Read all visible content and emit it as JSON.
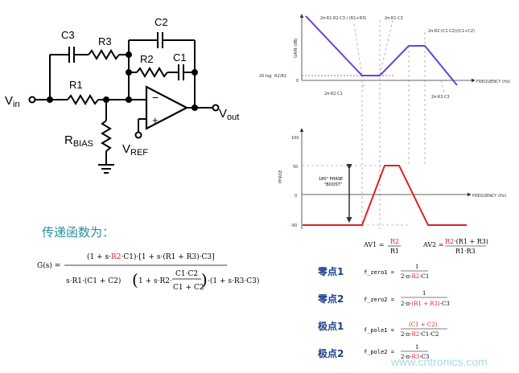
{
  "circuit": {
    "c3": "C3",
    "r3": "R3",
    "c2": "C2",
    "r2": "R2",
    "c1": "C1",
    "r1": "R1",
    "vin": "V",
    "vin_sub": "in",
    "vout": "V",
    "vout_sub": "out",
    "rbias": "R",
    "rbias_sub": "BIAS",
    "vref": "V",
    "vref_sub": "REF",
    "minus": "−",
    "plus": "+"
  },
  "transfer": {
    "heading": "传递函数为：",
    "lhs": "G(s) =",
    "num_a": "(1 + s·",
    "num_r2": "R2",
    "num_b": "·C1)·[1 + s·(R1 + R3)·C3]",
    "den_a": "s·R1·(C1 + C2)",
    "den_b": "1 + s·R2·",
    "den_frac_num": "C1·C2",
    "den_frac_den": "C1 + C2",
    "den_c": "·(1 + s·R3·C3)"
  },
  "gain_plot": {
    "ylabel": "GAIN (dB)",
    "xlabel": "FREQUENCY (Hz)",
    "level_a": "20·log",
    "level_frac_num": "R2",
    "level_frac_den": "R1",
    "zero": "0",
    "f1": "2π·R1·R2·C3 / (R1+R3)",
    "f2": "2π·R2·C1",
    "f3": "2π·R1·C3",
    "f4": "2π·R2·(C1·C2)/(C1+C2)",
    "f5": "2π·R3·C3"
  },
  "phase_plot": {
    "ylabel": "PHASE",
    "xlabel": "FREQUENCY (Hz)",
    "t100": "100",
    "t50": "50",
    "t0": "0",
    "tm90": "-90",
    "boost1": "180° PHASE",
    "boost2": "\"BOOST\""
  },
  "gains": {
    "av1_label": "AV1 =",
    "av1_num": "R2",
    "av1_den": "R1",
    "av2_label": "AV2 =",
    "av2_num_r2": "R2",
    "av2_num_rest": "·(R1 + R3)",
    "av2_den": "R1·R3"
  },
  "poles_zeros": [
    {
      "title": "零点1",
      "name": "f_zero1 =",
      "num": "1",
      "den_a": "2·π·",
      "den_red": "R2",
      "den_b": "·C1"
    },
    {
      "title": "零点2",
      "name": "f_zero2 =",
      "num": "1",
      "den_a": "2·π·",
      "den_red": "(R1 + R3)",
      "den_b": "·C3"
    },
    {
      "title": "极点1",
      "name": "f_pole1 =",
      "num": "(C1 + C2)",
      "den_a": "2·π·",
      "den_red": "R2",
      "den_b": "·C1·C2"
    },
    {
      "title": "极点2",
      "name": "f_pole2 =",
      "num": "1",
      "den_a": "2·π·",
      "den_red": "R3",
      "den_b": "·C3"
    }
  ],
  "watermark": "www.cntronics.com",
  "colors": {
    "accent_red": "#e02020",
    "gain_line": "#6a3fd8",
    "heading_teal": "#2a8fa0",
    "cn_title": "#1a3d8c"
  }
}
